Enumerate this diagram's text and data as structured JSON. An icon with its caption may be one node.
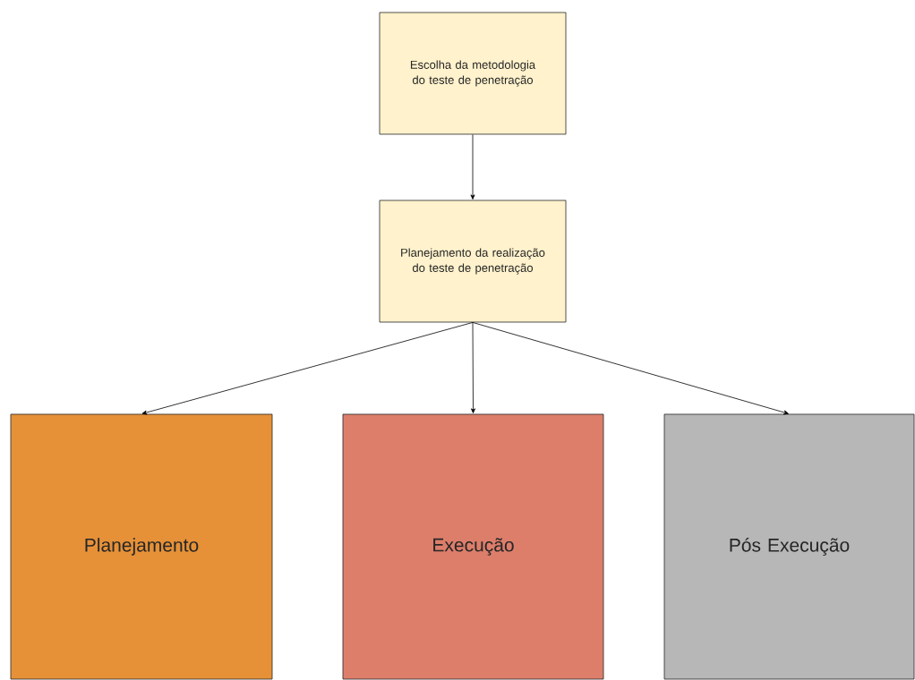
{
  "diagram": {
    "nodes": [
      {
        "text": [
          "Escolha da metodologia do teste de penetração"
        ]
      },
      {
        "text": [
          "Planejamento da realização do teste de penetração"
        ]
      },
      {
        "text": [
          "Planejamento"
        ]
      },
      {
        "text": [
          "Execução"
        ]
      },
      {
        "text": [
          "Pós Execução"
        ]
      }
    ],
    "edges": [
      {
        "from": 0,
        "to": 1,
        "arrow": "to"
      },
      {
        "from": 1,
        "to": 2,
        "arrow": "to"
      },
      {
        "from": 1,
        "to": 3,
        "arrow": "to"
      },
      {
        "from": 1,
        "to": 4,
        "arrow": "to"
      }
    ]
  }
}
